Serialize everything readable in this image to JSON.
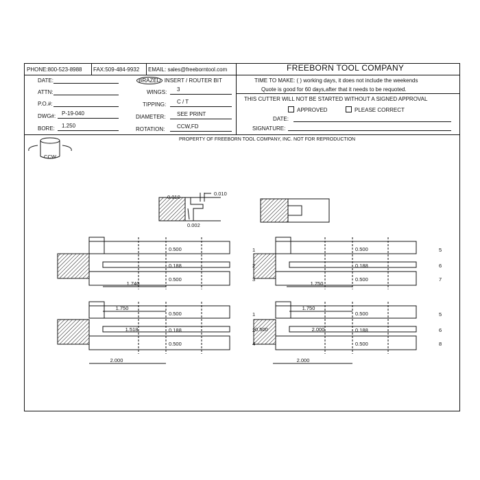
{
  "header": {
    "phone": "PHONE:800-523-8988",
    "fax": "FAX:509-484-9932",
    "email": "EMAIL: sales@freeborntool.com",
    "company": "FREEBORN TOOL COMPANY"
  },
  "fields": {
    "date_label": "DATE:",
    "attn_label": "ATTN:",
    "po_label": "P.O.#:",
    "dwg_label": "DWG#:",
    "dwg_value": "P-19-040",
    "bore_label": "BORE:",
    "bore_value": "1.250",
    "type_brazed": "BRAZED",
    "type_rest": "INSERT / ROUTER BIT",
    "wings_label": "WINGS:",
    "wings_value": "3",
    "tipping_label": "TIPPING:",
    "tipping_value": "C / T",
    "diameter_label": "DIAMETER:",
    "diameter_value": "SEE PRINT",
    "rotation_label": "ROTATION:",
    "rotation_value": "CCW,FD"
  },
  "quote": {
    "time_to_make": "TIME TO MAKE: (     ) working days, it does not include the weekends",
    "quote_good": "Quote is good for 60 days,after that it needs to be requoted.",
    "approval_notice": "THIS CUTTER WILL NOT BE STARTED WITHOUT A SIGNED APPROVAL",
    "approved": "APPROVED",
    "please_correct": "PLEASE CORRECT",
    "date_label": "DATE:",
    "signature_label": "SIGNATURE:"
  },
  "property_note": "PROPERTY OF FREEBORN TOOL COMPANY, INC.   NOT FOR REPRODUCTION",
  "drawing": {
    "rotation_icon_label": "CCW",
    "detail_dims": [
      "0.010",
      "0.010",
      "0.002"
    ],
    "views": [
      {
        "rows": [
          "1",
          "2",
          "3"
        ],
        "dims": [
          "0.500",
          "0.188",
          "0.500"
        ],
        "depth": "1.740"
      },
      {
        "rows": [
          "5",
          "6",
          "7"
        ],
        "dims": [
          "0.500",
          "0.188",
          "0.500"
        ],
        "depth": "1.750"
      },
      {
        "rows": [
          "1",
          "2",
          "4"
        ],
        "dims": [
          "0.500",
          "0.188",
          "0.500"
        ],
        "top_dim": "1.750",
        "inner_dim": "1.518",
        "overall": "2.000"
      },
      {
        "rows": [
          "5",
          "6",
          "8"
        ],
        "dims": [
          "0.500",
          "0.188",
          "0.500"
        ],
        "top_dim": "1.750",
        "inner_dim": "2.000",
        "left_dim": "0.500",
        "overall": "2.000"
      }
    ]
  }
}
